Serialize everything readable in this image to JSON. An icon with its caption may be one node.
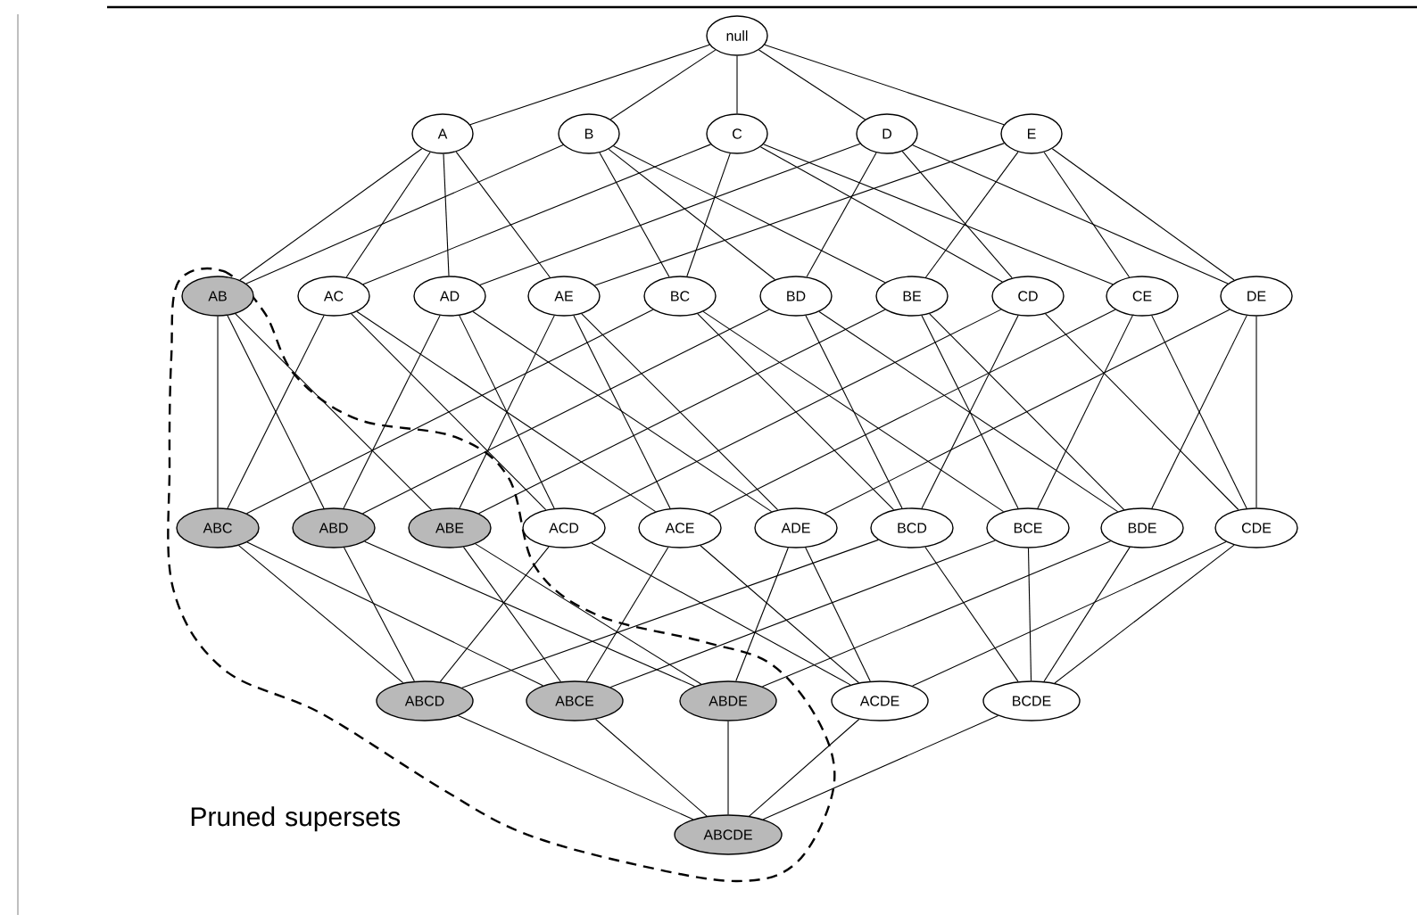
{
  "diagram": {
    "nodes": [
      {
        "text": [
          "Pruned supersets"
        ]
      },
      {
        "text": [
          "null"
        ]
      },
      {
        "text": [
          "A"
        ]
      },
      {
        "text": [
          "B"
        ]
      },
      {
        "text": [
          "C"
        ]
      },
      {
        "text": [
          "D"
        ]
      },
      {
        "text": [
          "E"
        ]
      },
      {
        "text": [
          "AB"
        ],
        "in": 0
      },
      {
        "text": [
          "AC"
        ]
      },
      {
        "text": [
          "AD"
        ]
      },
      {
        "text": [
          "AE"
        ]
      },
      {
        "text": [
          "BC"
        ]
      },
      {
        "text": [
          "BD"
        ]
      },
      {
        "text": [
          "BE"
        ]
      },
      {
        "text": [
          "CD"
        ]
      },
      {
        "text": [
          "CE"
        ]
      },
      {
        "text": [
          "DE"
        ]
      },
      {
        "text": [
          "ABC"
        ],
        "in": 0
      },
      {
        "text": [
          "ABD"
        ],
        "in": 0
      },
      {
        "text": [
          "ABE"
        ],
        "in": 0
      },
      {
        "text": [
          "ACD"
        ]
      },
      {
        "text": [
          "ACE"
        ]
      },
      {
        "text": [
          "ADE"
        ]
      },
      {
        "text": [
          "BCD"
        ]
      },
      {
        "text": [
          "BCE"
        ]
      },
      {
        "text": [
          "BDE"
        ]
      },
      {
        "text": [
          "CDE"
        ]
      },
      {
        "text": [
          "ABCD"
        ],
        "in": 0
      },
      {
        "text": [
          "ABCE"
        ],
        "in": 0
      },
      {
        "text": [
          "ABDE"
        ],
        "in": 0
      },
      {
        "text": [
          "ACDE"
        ]
      },
      {
        "text": [
          "BCDE"
        ]
      },
      {
        "text": [
          "ABCDE"
        ],
        "in": 0
      }
    ],
    "edges": [
      {
        "from": 1,
        "to": 2,
        "arrow": "none"
      },
      {
        "from": 1,
        "to": 3,
        "arrow": "none"
      },
      {
        "from": 1,
        "to": 4,
        "arrow": "none"
      },
      {
        "from": 1,
        "to": 5,
        "arrow": "none"
      },
      {
        "from": 1,
        "to": 6,
        "arrow": "none"
      },
      {
        "from": 2,
        "to": 7,
        "arrow": "none"
      },
      {
        "from": 2,
        "to": 8,
        "arrow": "none"
      },
      {
        "from": 2,
        "to": 9,
        "arrow": "none"
      },
      {
        "from": 2,
        "to": 10,
        "arrow": "none"
      },
      {
        "from": 3,
        "to": 7,
        "arrow": "none"
      },
      {
        "from": 3,
        "to": 11,
        "arrow": "none"
      },
      {
        "from": 3,
        "to": 12,
        "arrow": "none"
      },
      {
        "from": 3,
        "to": 13,
        "arrow": "none"
      },
      {
        "from": 4,
        "to": 8,
        "arrow": "none"
      },
      {
        "from": 4,
        "to": 11,
        "arrow": "none"
      },
      {
        "from": 4,
        "to": 14,
        "arrow": "none"
      },
      {
        "from": 4,
        "to": 15,
        "arrow": "none"
      },
      {
        "from": 5,
        "to": 9,
        "arrow": "none"
      },
      {
        "from": 5,
        "to": 12,
        "arrow": "none"
      },
      {
        "from": 5,
        "to": 14,
        "arrow": "none"
      },
      {
        "from": 5,
        "to": 16,
        "arrow": "none"
      },
      {
        "from": 6,
        "to": 10,
        "arrow": "none"
      },
      {
        "from": 6,
        "to": 13,
        "arrow": "none"
      },
      {
        "from": 6,
        "to": 15,
        "arrow": "none"
      },
      {
        "from": 6,
        "to": 16,
        "arrow": "none"
      },
      {
        "from": 7,
        "to": 17,
        "arrow": "none"
      },
      {
        "from": 7,
        "to": 18,
        "arrow": "none"
      },
      {
        "from": 7,
        "to": 19,
        "arrow": "none"
      },
      {
        "from": 8,
        "to": 17,
        "arrow": "none"
      },
      {
        "from": 8,
        "to": 20,
        "arrow": "none"
      },
      {
        "from": 8,
        "to": 21,
        "arrow": "none"
      },
      {
        "from": 9,
        "to": 18,
        "arrow": "none"
      },
      {
        "from": 9,
        "to": 20,
        "arrow": "none"
      },
      {
        "from": 9,
        "to": 22,
        "arrow": "none"
      },
      {
        "from": 10,
        "to": 19,
        "arrow": "none"
      },
      {
        "from": 10,
        "to": 21,
        "arrow": "none"
      },
      {
        "from": 10,
        "to": 22,
        "arrow": "none"
      },
      {
        "from": 11,
        "to": 17,
        "arrow": "none"
      },
      {
        "from": 11,
        "to": 23,
        "arrow": "none"
      },
      {
        "from": 11,
        "to": 24,
        "arrow": "none"
      },
      {
        "from": 12,
        "to": 18,
        "arrow": "none"
      },
      {
        "from": 12,
        "to": 23,
        "arrow": "none"
      },
      {
        "from": 12,
        "to": 25,
        "arrow": "none"
      },
      {
        "from": 13,
        "to": 19,
        "arrow": "none"
      },
      {
        "from": 13,
        "to": 24,
        "arrow": "none"
      },
      {
        "from": 13,
        "to": 25,
        "arrow": "none"
      },
      {
        "from": 14,
        "to": 20,
        "arrow": "none"
      },
      {
        "from": 14,
        "to": 23,
        "arrow": "none"
      },
      {
        "from": 14,
        "to": 26,
        "arrow": "none"
      },
      {
        "from": 15,
        "to": 21,
        "arrow": "none"
      },
      {
        "from": 15,
        "to": 24,
        "arrow": "none"
      },
      {
        "from": 15,
        "to": 26,
        "arrow": "none"
      },
      {
        "from": 16,
        "to": 22,
        "arrow": "none"
      },
      {
        "from": 16,
        "to": 25,
        "arrow": "none"
      },
      {
        "from": 16,
        "to": 26,
        "arrow": "none"
      },
      {
        "from": 17,
        "to": 27,
        "arrow": "none"
      },
      {
        "from": 17,
        "to": 28,
        "arrow": "none"
      },
      {
        "from": 18,
        "to": 27,
        "arrow": "none"
      },
      {
        "from": 18,
        "to": 29,
        "arrow": "none"
      },
      {
        "from": 19,
        "to": 28,
        "arrow": "none"
      },
      {
        "from": 19,
        "to": 29,
        "arrow": "none"
      },
      {
        "from": 20,
        "to": 27,
        "arrow": "none"
      },
      {
        "from": 20,
        "to": 30,
        "arrow": "none"
      },
      {
        "from": 21,
        "to": 28,
        "arrow": "none"
      },
      {
        "from": 21,
        "to": 30,
        "arrow": "none"
      },
      {
        "from": 22,
        "to": 29,
        "arrow": "none"
      },
      {
        "from": 22,
        "to": 30,
        "arrow": "none"
      },
      {
        "from": 23,
        "to": 27,
        "arrow": "none"
      },
      {
        "from": 23,
        "to": 31,
        "arrow": "none"
      },
      {
        "from": 24,
        "to": 28,
        "arrow": "none"
      },
      {
        "from": 24,
        "to": 31,
        "arrow": "none"
      },
      {
        "from": 25,
        "to": 29,
        "arrow": "none"
      },
      {
        "from": 25,
        "to": 31,
        "arrow": "none"
      },
      {
        "from": 26,
        "to": 30,
        "arrow": "none"
      },
      {
        "from": 26,
        "to": 31,
        "arrow": "none"
      },
      {
        "from": 27,
        "to": 32,
        "arrow": "none"
      },
      {
        "from": 28,
        "to": 32,
        "arrow": "none"
      },
      {
        "from": 29,
        "to": 32,
        "arrow": "none"
      },
      {
        "from": 30,
        "to": 32,
        "arrow": "none"
      },
      {
        "from": 31,
        "to": 32,
        "arrow": "none"
      }
    ]
  }
}
